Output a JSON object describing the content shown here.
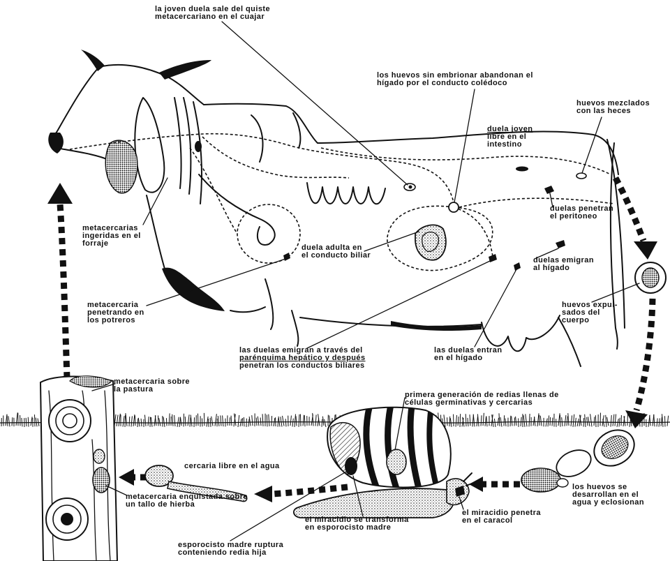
{
  "labels": {
    "young_fluke_cuajar": [
      "la joven duela sale del quiste",
      "metacercariano en el cuajar"
    ],
    "eggs_bile_duct": [
      "los huevos sin embrionar abandonan el",
      "hígado por el conducto colédoco"
    ],
    "eggs_feces": [
      "huevos mezclados",
      "con las heces"
    ],
    "young_fluke_intestine": [
      "duela joven",
      "libre en el",
      "intestino"
    ],
    "flukes_peritoneum": [
      "duelas penetran",
      "el peritoneo"
    ],
    "flukes_migrate_liver": [
      "duelas emigran",
      "al hígado"
    ],
    "eggs_expelled": [
      "huevos expul-",
      "sados del",
      "cuerpo"
    ],
    "adult_fluke": [
      "duela adulta en",
      "el conducto biliar"
    ],
    "metacercariae_ingested": [
      "metacercarias",
      "ingeridas en el",
      "forraje"
    ],
    "metacercaria_penetrating": [
      "metacercaria",
      "penetrando en",
      "los potreros"
    ],
    "flukes_parenchyma": [
      "las duelas emigran a través del",
      "parénquima hepático y después",
      "penetran los conductos biliares"
    ],
    "flukes_enter_liver": [
      "las duelas entran",
      "en el hígado"
    ],
    "metacercaria_pasture": [
      "metacercaria sobre",
      "la pastura"
    ],
    "rediae": [
      "primera generación de redias llenas de",
      "células germinativas y cercarias"
    ],
    "cercaria_free": [
      "cercaria libre en el agua"
    ],
    "metacercaria_encysted": [
      "metacercaria enquistada sobre",
      "un tallo de hierba"
    ],
    "miracidium_transforms": [
      "el miracidio se transforma",
      "en esporocisto madre"
    ],
    "miracidium_penetrates": [
      "el miracidio penetra",
      "en el caracol"
    ],
    "eggs_hatch": [
      "los huevos se",
      "desarrollan en el",
      "agua y eclosionan"
    ],
    "mother_sporocyst": [
      "esporocisto madre ruptura",
      "conteniendo redia hija"
    ]
  },
  "colors": {
    "ink": "#111111",
    "paper": "#ffffff"
  }
}
